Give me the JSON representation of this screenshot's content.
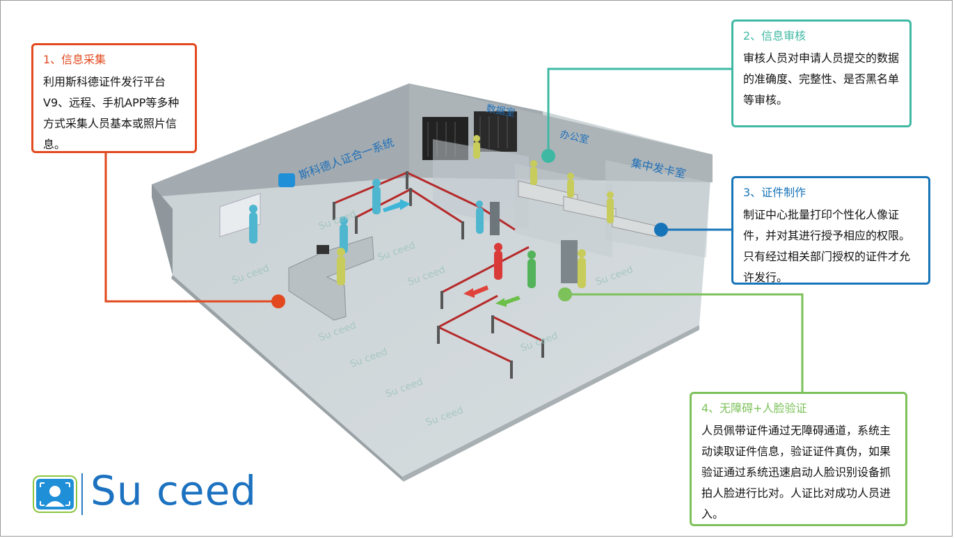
{
  "scene": {
    "wall_banner": "斯科德人证合一系统",
    "room_data": "数据室",
    "room_office": "办公室",
    "room_card": "集中发卡室",
    "floor_watermark": "Su ceed"
  },
  "callouts": [
    {
      "id": "c1",
      "title": "1、信息采集",
      "body": "利用斯科德证件发行平台V9、远程、手机APP等多种方式采集人员基本或照片信息。"
    },
    {
      "id": "c2",
      "title": "2、信息审核",
      "body": "审核人员对申请人员提交的数据的准确度、完整性、是否黑名单等审核。"
    },
    {
      "id": "c3",
      "title": "3、证件制作",
      "body": "制证中心批量打印个性化人像证件，并对其进行授予相应的权限。只有经过相关部门授权的证件才允许发行。"
    },
    {
      "id": "c4",
      "title": "4、无障碍+人脸验证",
      "body": "人员佩带证件通过无障碍通道，系统主动读取证件信息，验证证件真伪，如果验证通过系统迅速启动人脸识别设备抓拍人脸进行比对。人证比对成功人员进入。"
    }
  ],
  "colors": {
    "step1": "#e2491e",
    "step2": "#3fb8a3",
    "step3": "#1874b8",
    "step4": "#7cc15a"
  },
  "logo": {
    "text": "Su ceed"
  }
}
